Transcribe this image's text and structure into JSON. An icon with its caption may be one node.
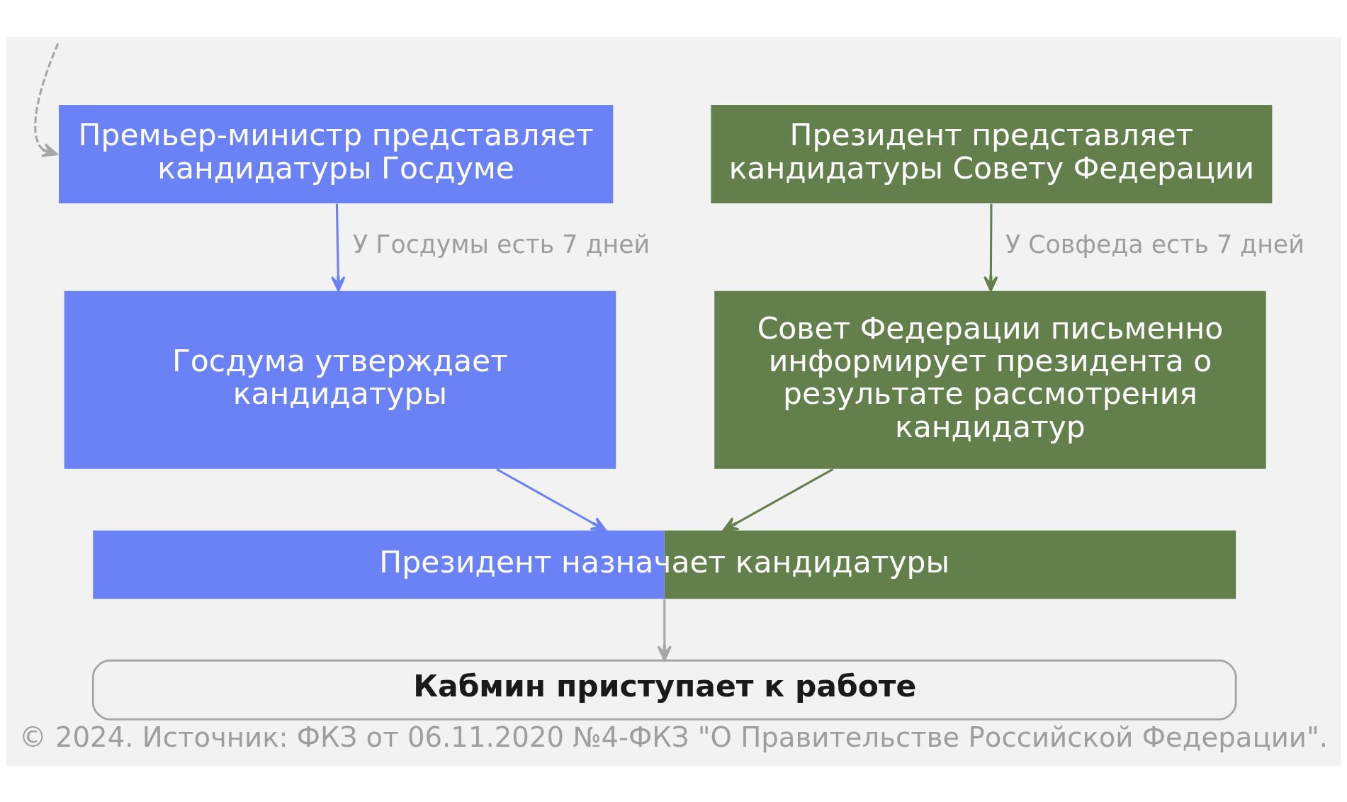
{
  "diagram": {
    "caption": "© 2024. Источник: ФКЗ от 06.11.2020 №4-ФКЗ \"О Правительстве Российской Федерации\".",
    "nodes": [
      {
        "text": [
          "Премьер-министр представляет кандидатуры Госдуме"
        ]
      },
      {
        "text": [
          "Президент представляет кандидатуры Совету Федерации"
        ]
      },
      {
        "text": [
          "Госдума утверждает кандидатуры"
        ]
      },
      {
        "text": [
          "Совет Федерации письменно информирует президента о результате рассмотрения кандидатур"
        ]
      },
      {
        "text": [
          "Президент назначает кандидатуры"
        ]
      },
      {
        "text": [
          "Кабмин приступает к работе"
        ]
      }
    ],
    "edges": [
      {
        "from": null,
        "to": 0,
        "arrow": "to",
        "style": "dashed",
        "color": "#a6a6a6"
      },
      {
        "from": 0,
        "to": 2,
        "arrow": "to",
        "label": "У Госдумы есть 7 дней",
        "color": "#6a82f5"
      },
      {
        "from": 1,
        "to": 3,
        "arrow": "to",
        "label": "У Совфеда есть 7 дней",
        "color": "#63804c"
      },
      {
        "from": 2,
        "to": 4,
        "arrow": "to",
        "color": "#6a82f5"
      },
      {
        "from": 3,
        "to": 4,
        "arrow": "to",
        "color": "#63804c"
      },
      {
        "from": 4,
        "to": 5,
        "arrow": "to",
        "color": "#a6a6a6"
      }
    ]
  }
}
